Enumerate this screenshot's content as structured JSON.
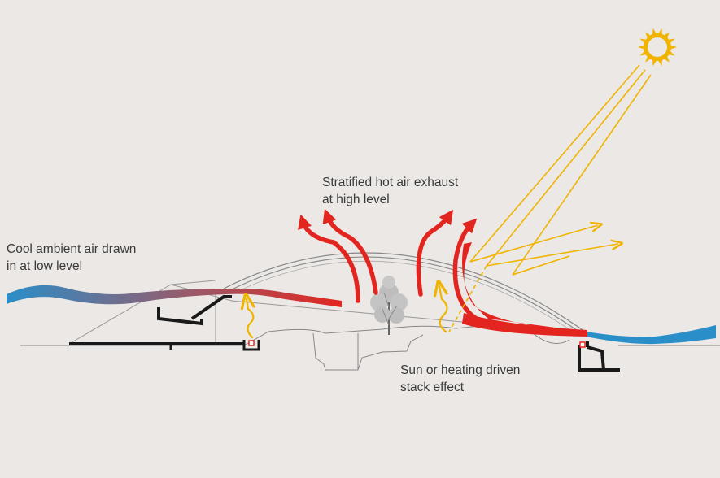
{
  "labels": {
    "cool_air": [
      "Cool ambient air drawn",
      "in at low level"
    ],
    "hot_air": [
      "Stratified hot air exhaust",
      "at high level"
    ],
    "stack": [
      "Sun or heating driven",
      "stack effect"
    ]
  },
  "icons": {
    "sun": "sun-icon",
    "tree": "tree-icon"
  },
  "colors": {
    "background": "#ebe8e5",
    "cool_air": "#2a8ec9",
    "hot_air": "#e3251f",
    "sun": "#f0b400",
    "structure": "#1a1a1a",
    "outline": "#777777"
  }
}
